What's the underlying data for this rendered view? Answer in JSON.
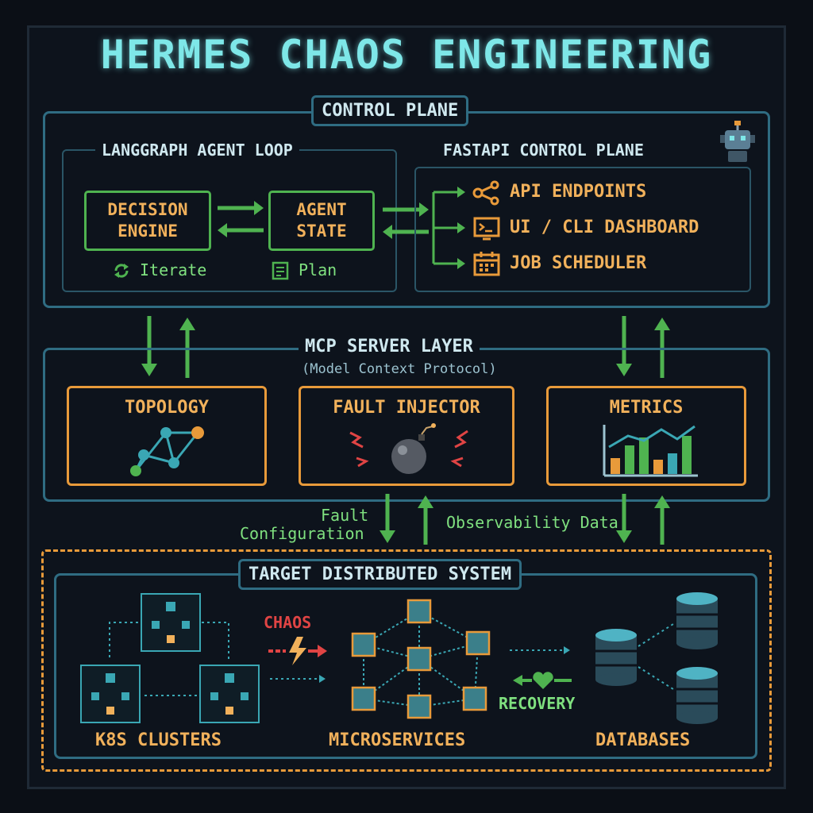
{
  "title": "HERMES CHAOS ENGINEERING",
  "control_plane": {
    "label": "CONTROL PLANE",
    "langgraph": {
      "title": "LANGGRAPH AGENT LOOP",
      "decision_engine": "DECISION ENGINE",
      "agent_state": "AGENT STATE",
      "iterate": "Iterate",
      "plan": "Plan"
    },
    "fastapi": {
      "title": "FASTAPI CONTROL PLANE",
      "items": [
        "API ENDPOINTS",
        "UI / CLI DASHBOARD",
        "JOB SCHEDULER"
      ]
    }
  },
  "mcp": {
    "title": "MCP SERVER LAYER",
    "subtitle": "(Model Context Protocol)",
    "topology": "TOPOLOGY",
    "fault_injector": "FAULT INJECTOR",
    "metrics": "METRICS"
  },
  "flows": {
    "fault_config_1": "Fault",
    "fault_config_2": "Configuration",
    "observability": "Observability Data"
  },
  "target": {
    "title": "TARGET DISTRIBUTED SYSTEM",
    "chaos": "CHAOS",
    "recovery": "RECOVERY",
    "k8s": "K8S CLUSTERS",
    "microservices": "MICROSERVICES",
    "databases": "DATABASES"
  },
  "colors": {
    "title": "#7ee7e8",
    "panel_border": "#2f6c82",
    "green": "#4fb350",
    "orange": "#e89a3a",
    "chaos_red": "#e04444"
  }
}
